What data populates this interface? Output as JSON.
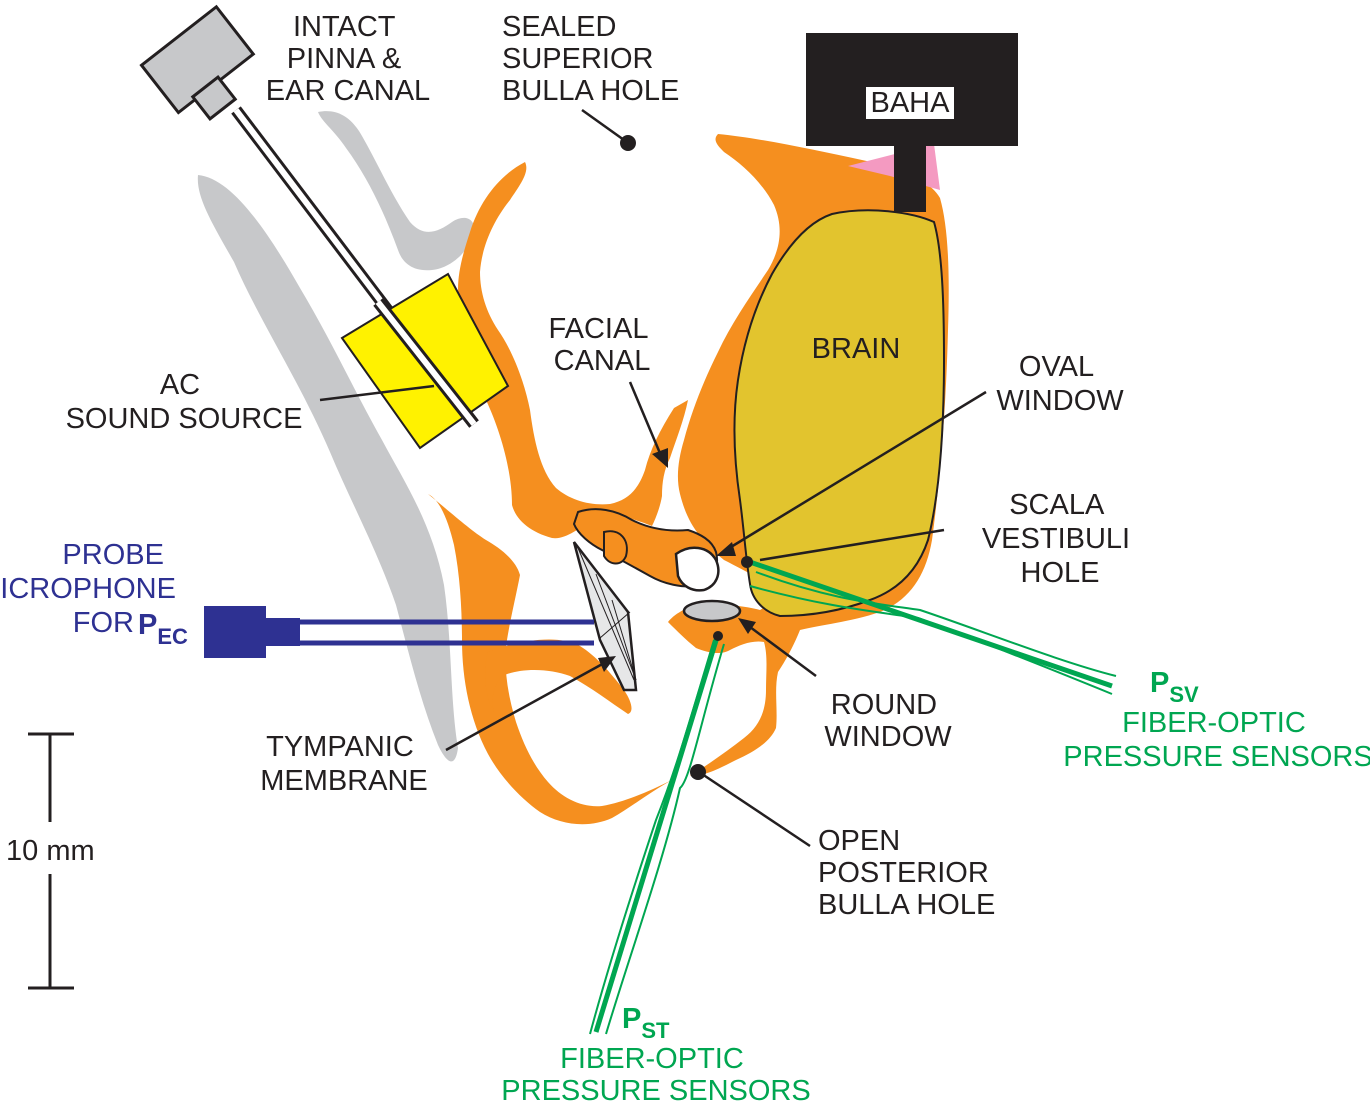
{
  "labels": {
    "pinna": [
      "INTACT",
      "PINNA &",
      "EAR CANAL"
    ],
    "sealed_hole": [
      "SEALED",
      "SUPERIOR",
      "BULLA HOLE"
    ],
    "baha": "BAHA",
    "brain": "BRAIN",
    "facial_canal": [
      "FACIAL",
      "CANAL"
    ],
    "oval_window": [
      "OVAL",
      "WINDOW"
    ],
    "scala_vestibuli_hole": [
      "SCALA",
      "VESTIBULI",
      "HOLE"
    ],
    "ac_sound_source": [
      "AC",
      "SOUND SOURCE"
    ],
    "probe_microphone": [
      "PROBE",
      "MICROPHONE",
      "FOR"
    ],
    "p_ec": {
      "main": "P",
      "sub": "EC"
    },
    "tympanic_membrane": [
      "TYMPANIC",
      "MEMBRANE"
    ],
    "round_window": [
      "ROUND",
      "WINDOW"
    ],
    "open_hole": [
      "OPEN",
      "POSTERIOR",
      "BULLA HOLE"
    ],
    "p_sv": {
      "main": "P",
      "sub": "SV"
    },
    "p_sv_sensor": [
      "FIBER-OPTIC",
      "PRESSURE SENSORS"
    ],
    "p_st": {
      "main": "P",
      "sub": "ST"
    },
    "p_st_sensor": [
      "FIBER-OPTIC",
      "PRESSURE SENSORS"
    ],
    "scale_bar": "10 mm"
  },
  "colors": {
    "bone": "#f58f1f",
    "pinna": "#c7c8ca",
    "brain": "#e2c42e",
    "sound_source": "#fff200",
    "probe": "#2e3192",
    "sensor": "#00a651",
    "baha": "#231f20",
    "baha_mount": "#f49ac1",
    "ink": "#231f20"
  }
}
